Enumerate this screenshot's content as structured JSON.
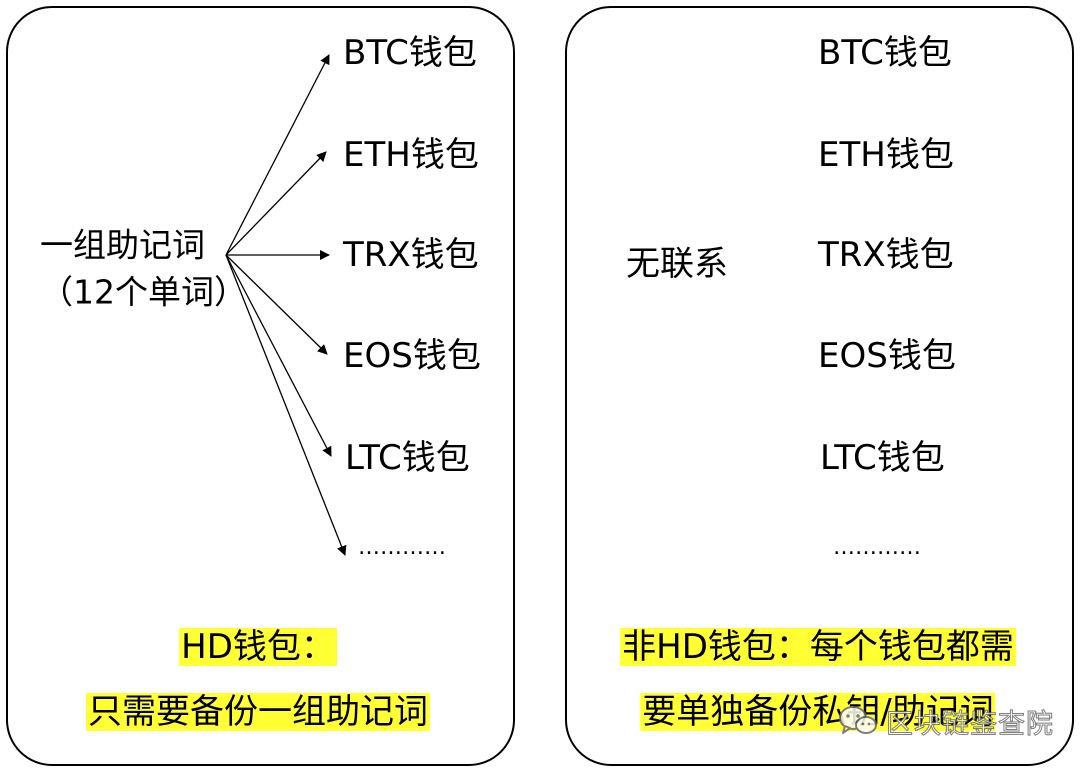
{
  "left_panel": {
    "mnemonic_line1": "一组助记词",
    "mnemonic_line2": "（12个单词）",
    "wallets": [
      "BTC钱包",
      "ETH钱包",
      "TRX钱包",
      "EOS钱包",
      "LTC钱包",
      "…………"
    ],
    "highlight_line1": "HD钱包：",
    "highlight_line2": "只需要备份一组助记词"
  },
  "right_panel": {
    "no_relation": "无联系",
    "wallets": [
      "BTC钱包",
      "ETH钱包",
      "TRX钱包",
      "EOS钱包",
      "LTC钱包",
      "…………"
    ],
    "highlight_line1": "非HD钱包：每个钱包都需",
    "highlight_line2": "要单独备份私钥/助记词"
  },
  "watermark": {
    "text": "区块链鉴查院",
    "icon": "wechat-icon"
  },
  "colors": {
    "highlight": "#ffff33",
    "line": "#000000"
  }
}
